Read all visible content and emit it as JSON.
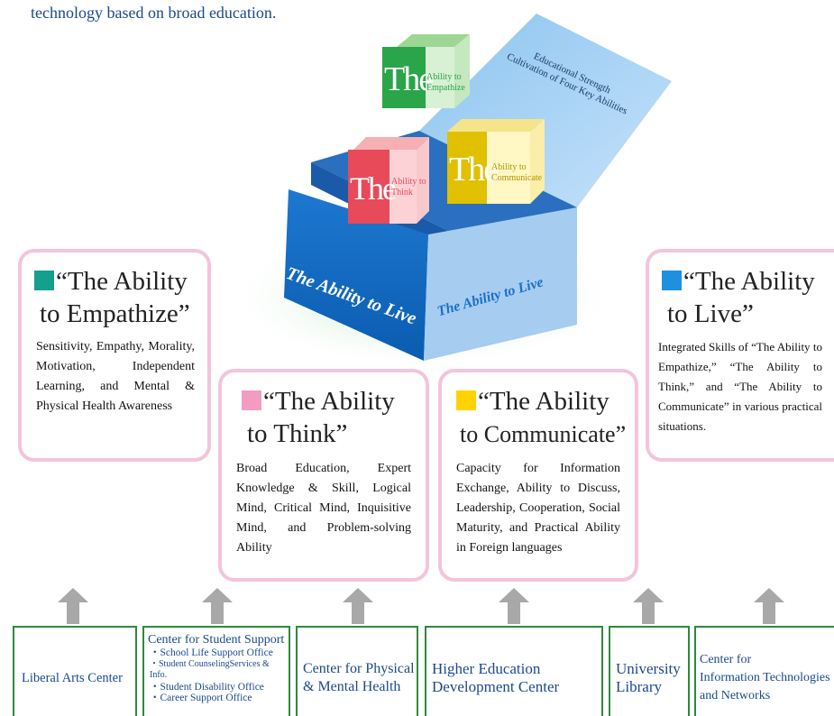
{
  "intro_text": "technology based on broad education.",
  "graphic": {
    "lid_line1": "Educational Strength",
    "lid_line2": "Cultivation of Four Key Abilities",
    "box_front": "The Ability to Live",
    "box_side": "The Ability to Live",
    "cube_the": "The",
    "cube_empathize_1": "Ability to",
    "cube_empathize_2": "Empathize",
    "cube_think_1": "Ability to",
    "cube_think_2": "Think",
    "cube_communicate_1": "Ability to",
    "cube_communicate_2": "Communicate"
  },
  "cards": {
    "empathize": {
      "title_1": "“The Ability",
      "title_2": "to Empathize”",
      "color": "#14a08a",
      "body": "Sensitivity, Empathy, Morality, Motivation, Independent Learning, and Mental & Physical Health Awareness"
    },
    "think": {
      "title_1": "“The Ability",
      "title_2": "to Think”",
      "color": "#f29cc4",
      "body": "Broad Education, Expert Knowledge & Skill, Logical Mind, Critical Mind, Inquisitive Mind, and Problem-solving Ability"
    },
    "communicate": {
      "title_1": "“The Ability",
      "title_2": "to Communicate”",
      "color": "#ffd200",
      "body": "Capacity for Information Exchange, Ability to Discuss, Leadership, Cooperation, Social Maturity, and Practical Ability in Foreign languages"
    },
    "live": {
      "title_1": "“The Ability",
      "title_2": "to Live”",
      "color": "#1e90e0",
      "body": "Integrated Skills of “The Ability to Empathize,” “The Ability to Think,” and “The Ability to Communicate” in various practical situations."
    }
  },
  "centers": {
    "liberal_arts": "Liberal Arts Center",
    "student_support": {
      "title": "Center for Student Support",
      "items": [
        "・School Life Support Office",
        "・Student CounselingServices & Info.",
        "・Student Disability Office",
        "・Career Support Office"
      ]
    },
    "physical_mental": [
      "Center for Physical",
      "& Mental Health"
    ],
    "higher_ed": [
      "Higher Education",
      "Development Center"
    ],
    "library": [
      "University",
      "Library"
    ],
    "it": [
      "Center for",
      "Information Technologies",
      "and Networks"
    ]
  }
}
